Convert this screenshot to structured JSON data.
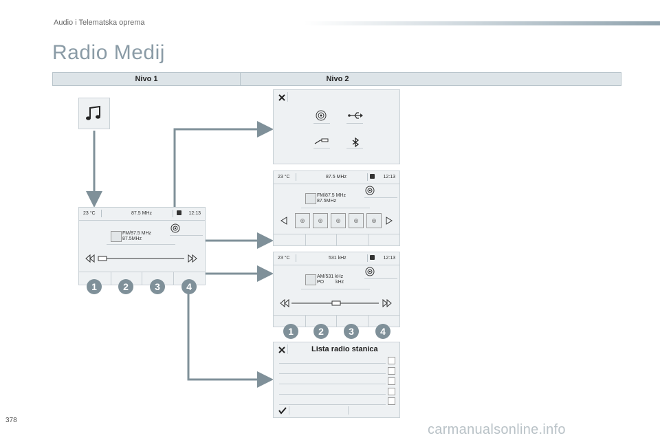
{
  "header": {
    "section": "Audio i Telematska oprema"
  },
  "page": {
    "title": "Radio Medij",
    "number": "378"
  },
  "levels": {
    "level1": "Nivo 1",
    "level2": "Nivo 2"
  },
  "fm_screen": {
    "temp": "23 °C",
    "freq": "87.5 MHz",
    "time": "12:13",
    "station_line1": "FM/87.5 MHz",
    "station_line2": "87.5MHz"
  },
  "am_screen": {
    "temp": "23 °C",
    "freq": "531 kHz",
    "time": "12:13",
    "station_line1": "AM/531 kHz",
    "station_line2a": "PO",
    "station_line2b": "kHz"
  },
  "callouts": [
    "1",
    "2",
    "3",
    "4"
  ],
  "list_screen": {
    "title": "Lista radio stanica"
  },
  "watermark": "carmanualsonline.info"
}
